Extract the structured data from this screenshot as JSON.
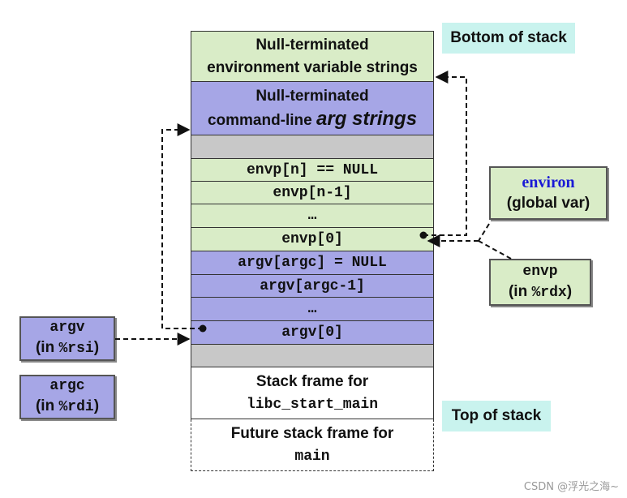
{
  "stack_rows": [
    {
      "id": "env-strings",
      "line1": "Null-terminated",
      "line2": "environment variable strings"
    },
    {
      "id": "arg-strings",
      "line1": "Null-terminated",
      "line2a": "command-line ",
      "line2b": "arg strings"
    },
    {
      "id": "gap1",
      "text": ""
    },
    {
      "id": "envp-n",
      "text": "envp[n] == NULL"
    },
    {
      "id": "envp-n-1",
      "text": "envp[n-1]"
    },
    {
      "id": "envp-dots",
      "text": "…"
    },
    {
      "id": "envp-0",
      "text": "envp[0]"
    },
    {
      "id": "argv-argc",
      "text": "argv[argc] = NULL"
    },
    {
      "id": "argv-argc-1",
      "text": "argv[argc-1]"
    },
    {
      "id": "argv-dots",
      "text": "…"
    },
    {
      "id": "argv-0",
      "text": "argv[0]"
    },
    {
      "id": "gap2",
      "text": ""
    },
    {
      "id": "libc-frame",
      "line1": "Stack frame for",
      "line2": "libc_start_main"
    },
    {
      "id": "main-frame",
      "line1": "Future stack frame for",
      "line2": "main"
    }
  ],
  "labels": {
    "bottom_of_stack": "Bottom of stack",
    "top_of_stack": "Top of stack",
    "environ": {
      "name": "environ",
      "desc": "(global var)"
    },
    "envp": {
      "name": "envp",
      "prefix": "(in ",
      "reg": "%rdx",
      "suffix": ")"
    },
    "argv": {
      "name": "argv",
      "prefix": "(in ",
      "reg": "%rsi",
      "suffix": ")"
    },
    "argc": {
      "name": "argc",
      "prefix": "(in ",
      "reg": "%rdi",
      "suffix": ")"
    }
  },
  "watermark": "CSDN @浮光之海~",
  "colors": {
    "env_green": "#d9ecc7",
    "arg_blue": "#a6a6e6",
    "gap_gray": "#c8c8c8",
    "label_teal": "#c9f3ee",
    "environ_blue": "#1a1ad6"
  }
}
